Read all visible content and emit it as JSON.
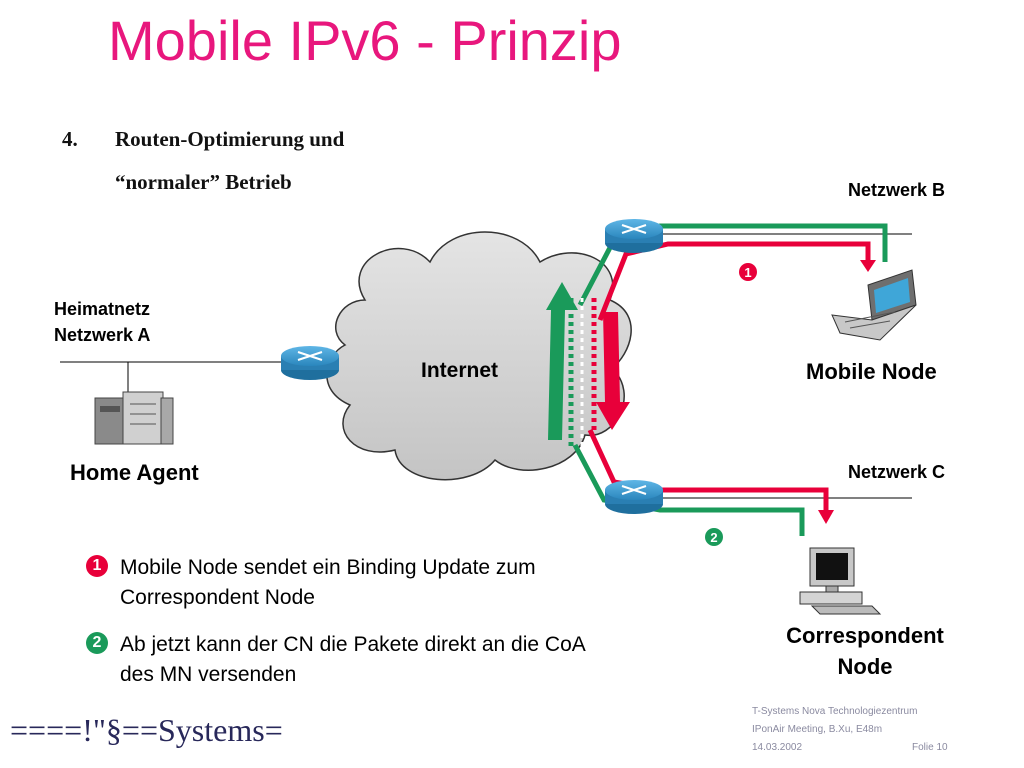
{
  "slide": {
    "title": "Mobile IPv6 - Prinzip",
    "list_number": "4.",
    "list_line1": "Routen-Optimierung und",
    "list_line2": "“normaler” Betrieb"
  },
  "diagram": {
    "labels": {
      "network_b": "Netzwerk B",
      "network_c": "Netzwerk C",
      "home_net_line1": "Heimatnetz",
      "home_net_line2": "Netzwerk A",
      "internet": "Internet",
      "mobile_node": "Mobile Node",
      "home_agent": "Home Agent",
      "correspondent_line1": "Correspondent",
      "correspondent_line2": "Node"
    },
    "markers": {
      "one": "1",
      "two": "2"
    },
    "colors": {
      "green": "#1a9a5a",
      "red": "#e8003a",
      "router": "#2f8fc4",
      "title": "#e8177d"
    }
  },
  "notes": [
    {
      "marker": "1",
      "line1": "Mobile Node sendet ein Binding Update zum",
      "line2": "Correspondent Node"
    },
    {
      "marker": "2",
      "line1": "Ab jetzt kann der CN die Pakete direkt an die CoA",
      "line2": "des MN versenden"
    }
  ],
  "footer": {
    "brand": "====!\"§==Systems=",
    "org": "T-Systems Nova Technologiezentrum",
    "meeting": "IPonAir Meeting, B.Xu, E48m",
    "date": "14.03.2002",
    "slide_no": "Folie 10"
  }
}
